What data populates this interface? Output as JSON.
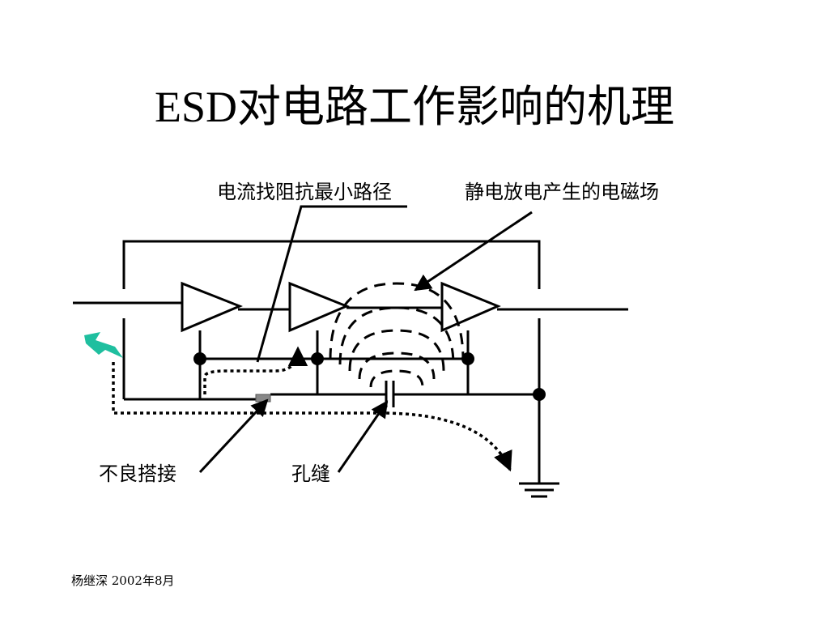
{
  "title": "ESD对电路工作影响的机理",
  "labels": {
    "current_path": "电流找阻抗最小路径",
    "em_field": "静电放电产生的电磁场",
    "bad_contact": "不良搭接",
    "gap": "孔缝"
  },
  "footer": "杨继深  2002年8月",
  "colors": {
    "esd_bolt": "#1fbf9f",
    "line": "#000000",
    "bad_contact_block": "#888888"
  }
}
